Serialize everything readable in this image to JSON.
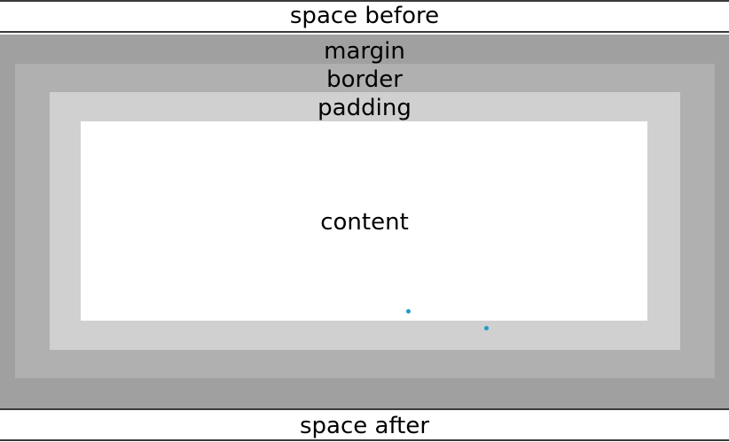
{
  "labels": {
    "space_before": "space before",
    "margin": "margin",
    "border": "border",
    "padding": "padding",
    "content": "content",
    "space_after": "space after"
  },
  "colors": {
    "margin": "#a0a0a0",
    "border": "#b0b0b0",
    "padding": "#d0d0d0",
    "content": "#ffffff",
    "marker": "#1f9bc7"
  }
}
